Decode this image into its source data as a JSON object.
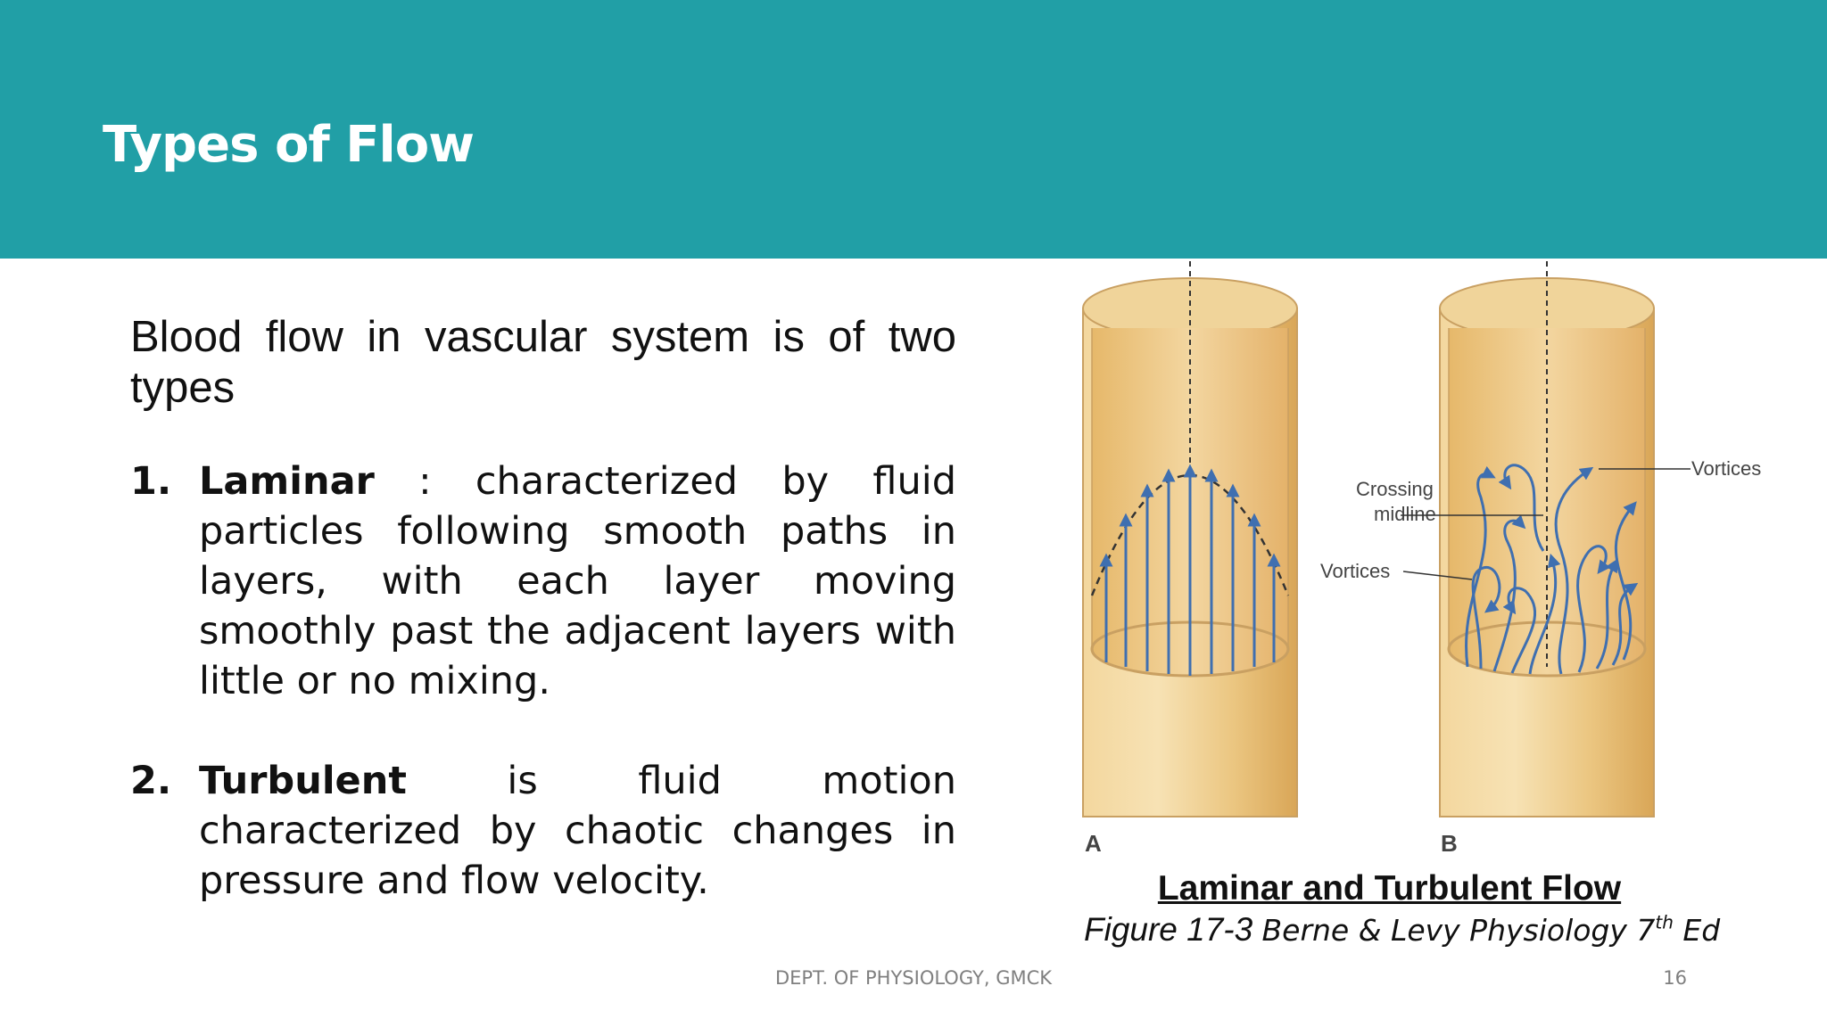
{
  "slide": {
    "title": "Types of Flow",
    "intro": "Blood flow in vascular system is of two types",
    "items": [
      {
        "number": "1.",
        "term": "Laminar",
        "text": " : characterized by fluid particles following smooth paths in layers, with each layer moving smoothly past the adjacent layers with little or no mixing."
      },
      {
        "number": "2.",
        "term": "Turbulent",
        "text": "  is fluid motion characterized by chaotic changes in pressure and flow velocity."
      }
    ]
  },
  "figure": {
    "label_a": "A",
    "label_b": "B",
    "label_crossing_1": "Crossing",
    "label_crossing_2": "midline",
    "label_vortices_left": "Vortices",
    "label_vortices_right": "Vortices",
    "caption": "Laminar and Turbulent Flow",
    "source_prefix": "Figure 17-3 ",
    "source_book": "Berne & Levy Physiology 7",
    "source_sup": "th",
    "source_suffix": " Ed"
  },
  "footer": {
    "department": "DEPT. OF PHYSIOLOGY, GMCK",
    "page_number": "16"
  },
  "colors": {
    "header": "#219fa6",
    "vessel": "#e9c27a",
    "flow_arrows": "#3f6fb0"
  }
}
